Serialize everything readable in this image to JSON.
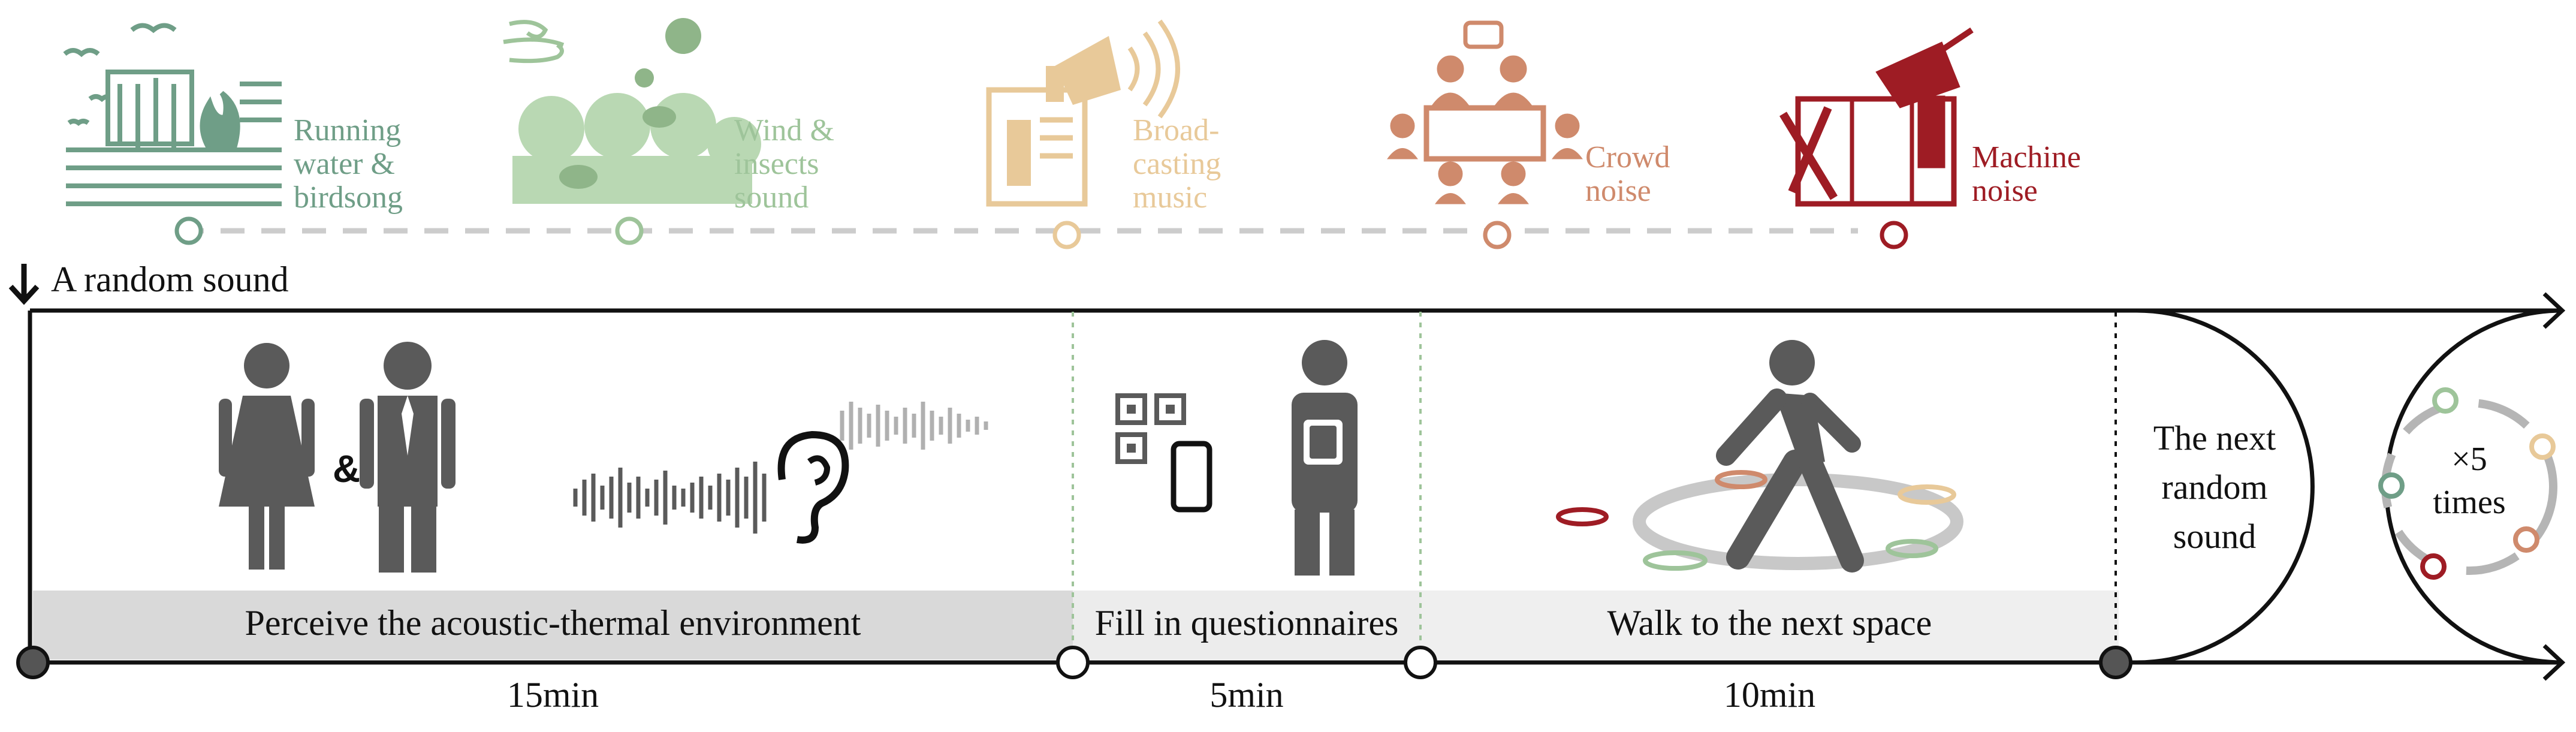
{
  "sounds": [
    {
      "label": "Running\nwater &\nbirdsong",
      "color": "#6f9e87",
      "icon": "waterfall-birds-icon"
    },
    {
      "label": "Wind &\ninsects\nsound",
      "color": "#9ec49a",
      "icon": "wind-insects-icon"
    },
    {
      "label": "Broad-\ncasting\nmusic",
      "color": "#e8c999",
      "icon": "broadcast-speaker-icon"
    },
    {
      "label": "Crowd\nnoise",
      "color": "#cf8a6c",
      "icon": "crowd-table-icon"
    },
    {
      "label": "Machine\nnoise",
      "color": "#9e1c24",
      "icon": "drill-tools-icon"
    }
  ],
  "start_label": "A random sound",
  "phases": [
    {
      "label": "Perceive the acoustic-thermal environment",
      "duration": "15min"
    },
    {
      "label": "Fill in questionnaires",
      "duration": "5min"
    },
    {
      "label": "Walk to the next space",
      "duration": "10min"
    }
  ],
  "next_label": "The next\nrandom\nsound",
  "repeat_label": "×5\ntimes",
  "ampersand": "&",
  "colors": {
    "dark": "#5a5a5a",
    "line": "#111111",
    "band": "#d9d9d9",
    "band_light": "#efefef"
  }
}
